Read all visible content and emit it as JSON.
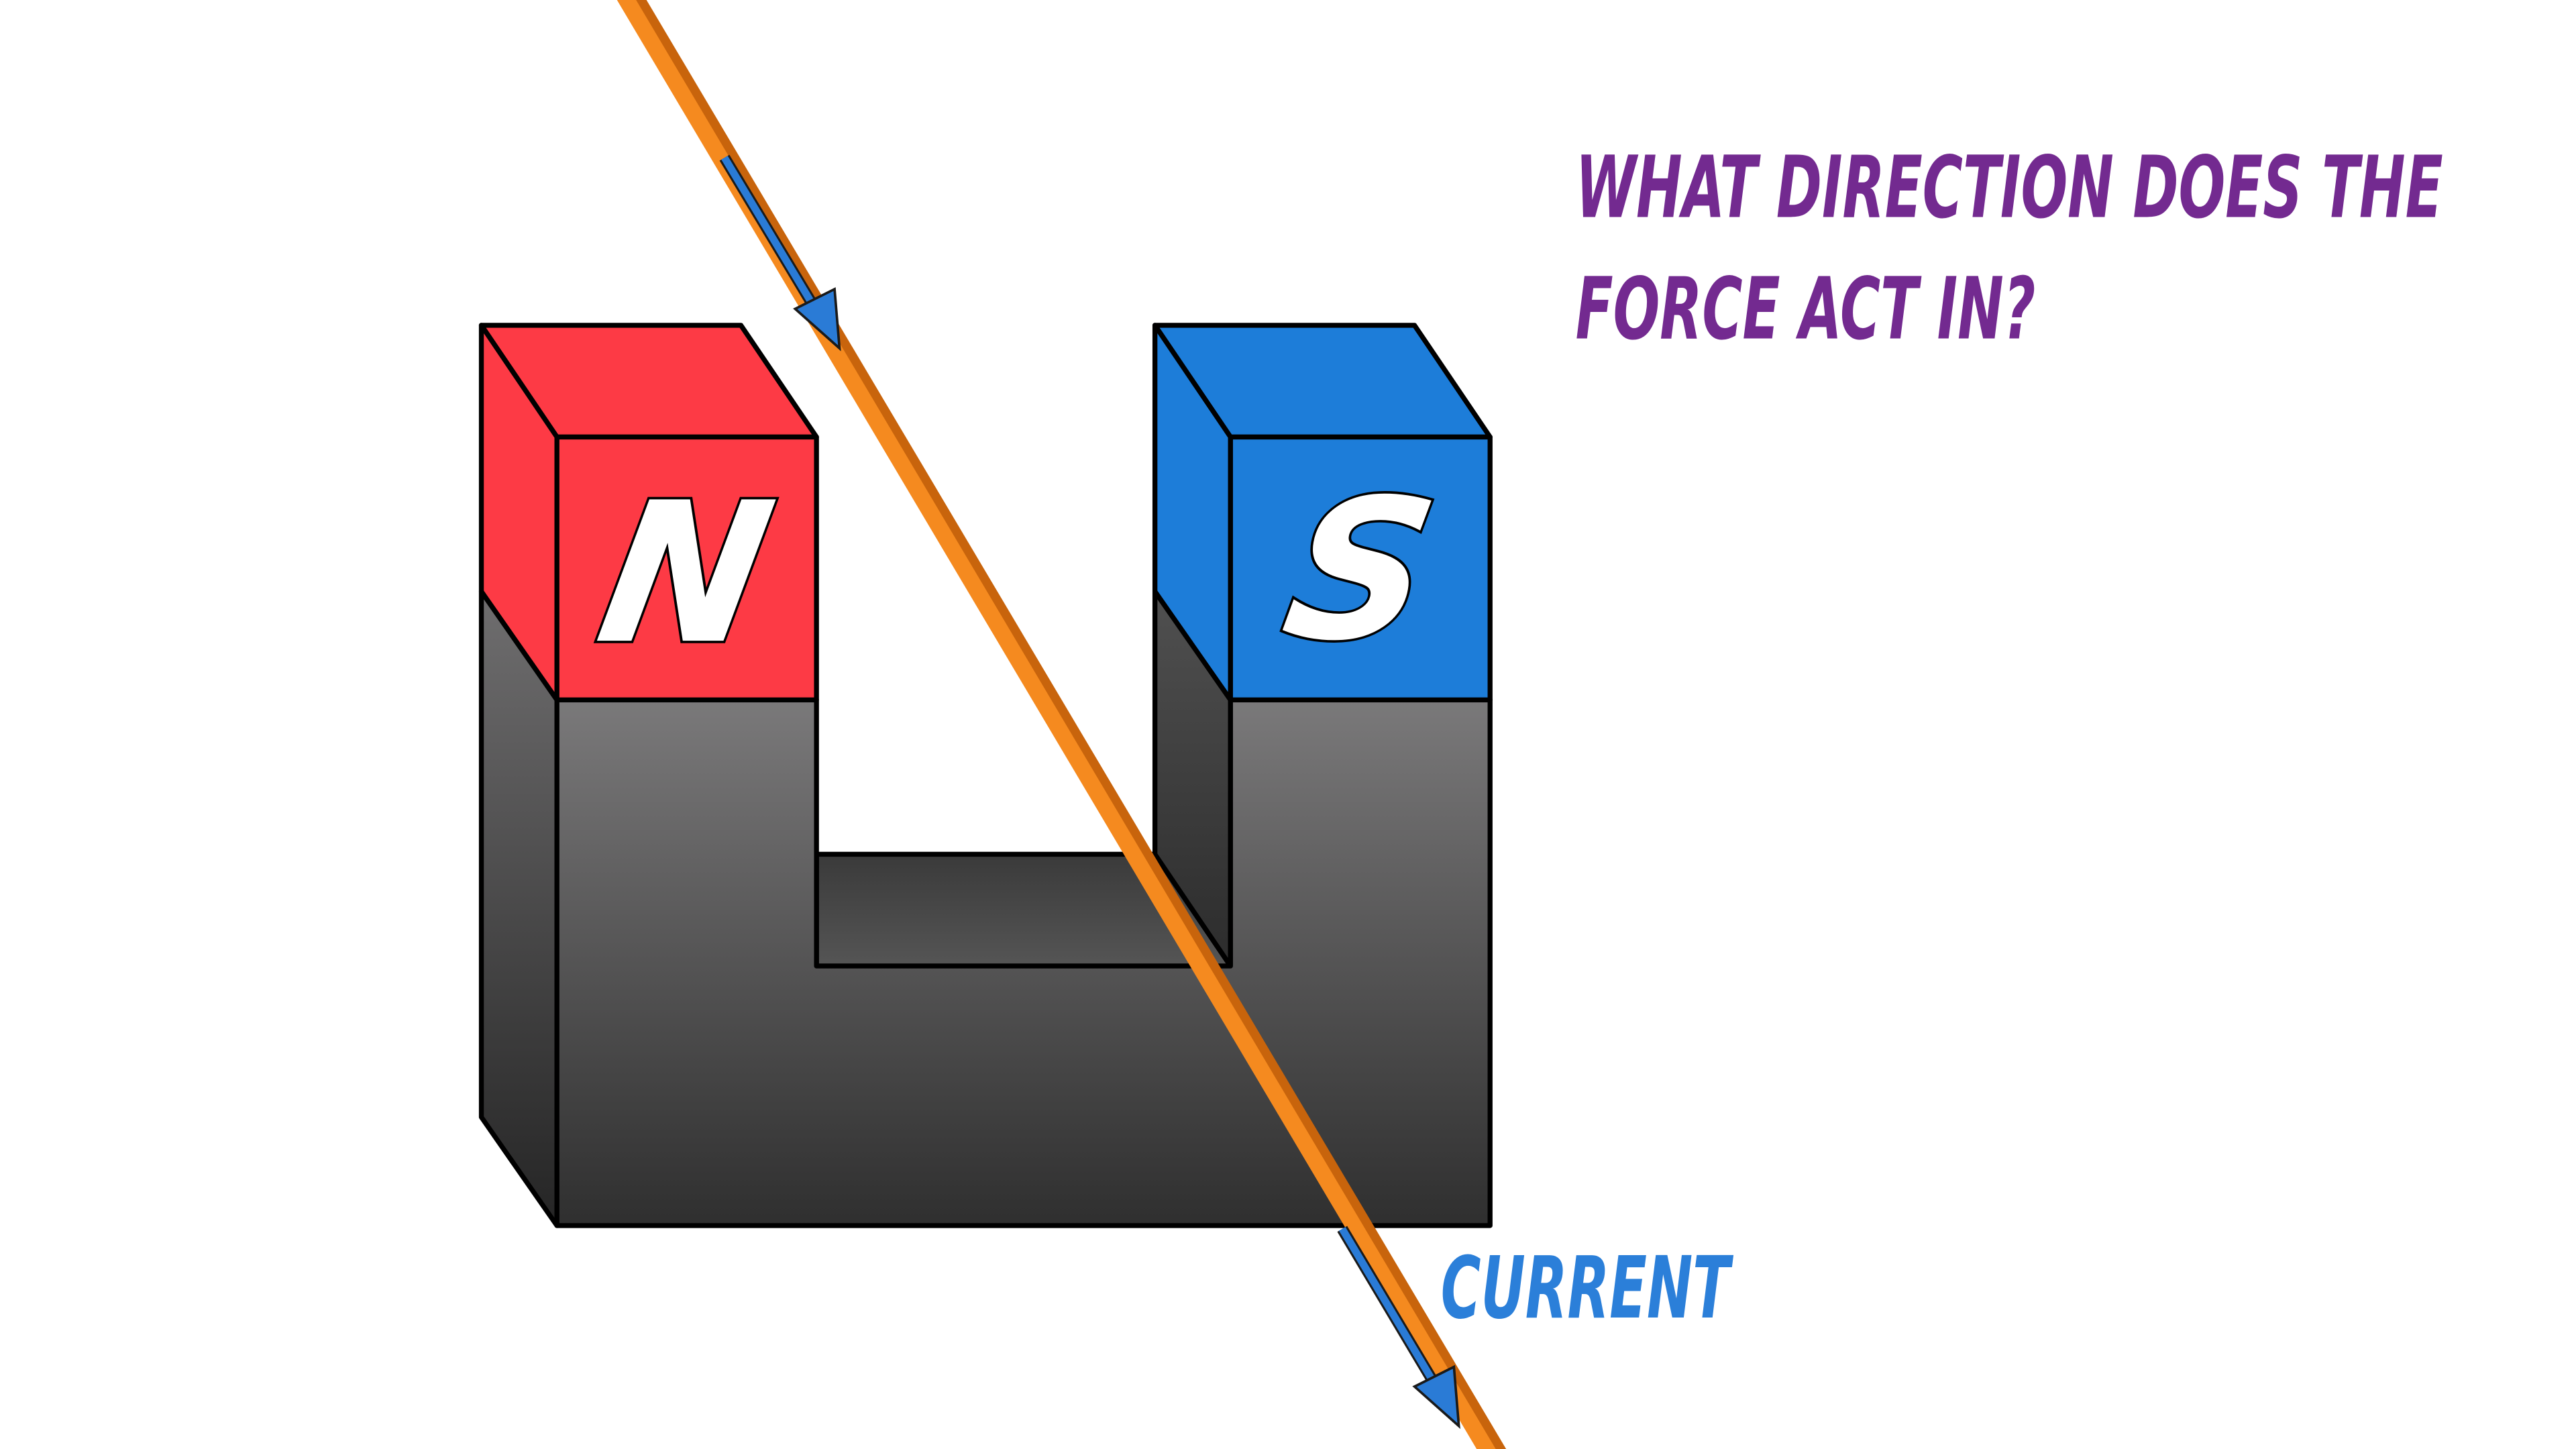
{
  "question": {
    "line1": "WHAT DIRECTION DOES THE",
    "line2": "FORCE ACT IN?"
  },
  "magnet": {
    "north_label": "N",
    "south_label": "S"
  },
  "wire": {
    "current_label": "CURRENT"
  },
  "colors": {
    "north_pole": "#fd3a45",
    "south_pole": "#1d7dd9",
    "magnet_body_light": "#767576",
    "magnet_body_dark": "#2f2f2f",
    "wire": "#f58a1f",
    "wire_shadow": "#d96f10",
    "arrow": "#2a7bd6",
    "question_text": "#732a90",
    "current_text": "#2b7fd9"
  }
}
